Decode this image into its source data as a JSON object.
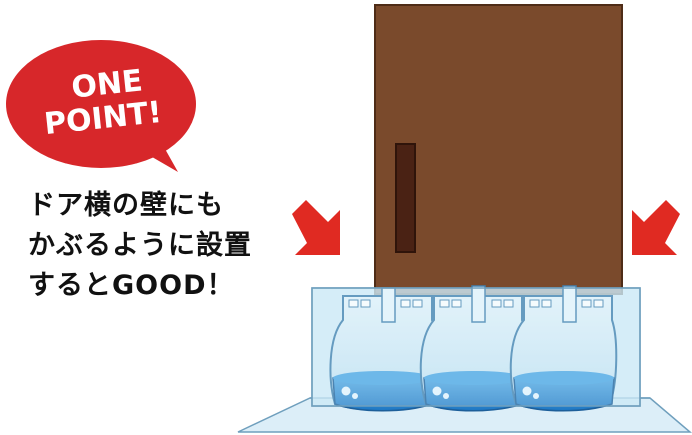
{
  "badge": {
    "line1": "ONE",
    "line2": "POINT!"
  },
  "tip": {
    "line1": "ドア横の壁にも",
    "line2": "かぶるように設置",
    "line3": "するとGOOD！"
  },
  "icons": [
    "speech-bubble",
    "arrow-down-right",
    "arrow-down-left",
    "door",
    "water-bag"
  ],
  "colors": {
    "badge_red": "#d7272a",
    "arrow_red": "#e02a22",
    "door_brown": "#7a4a2c",
    "handle": "#4a2214",
    "water_blue": "#2f8fd8",
    "floor_blue": "#dbeef8",
    "box_blue": "#c3e3f4"
  }
}
